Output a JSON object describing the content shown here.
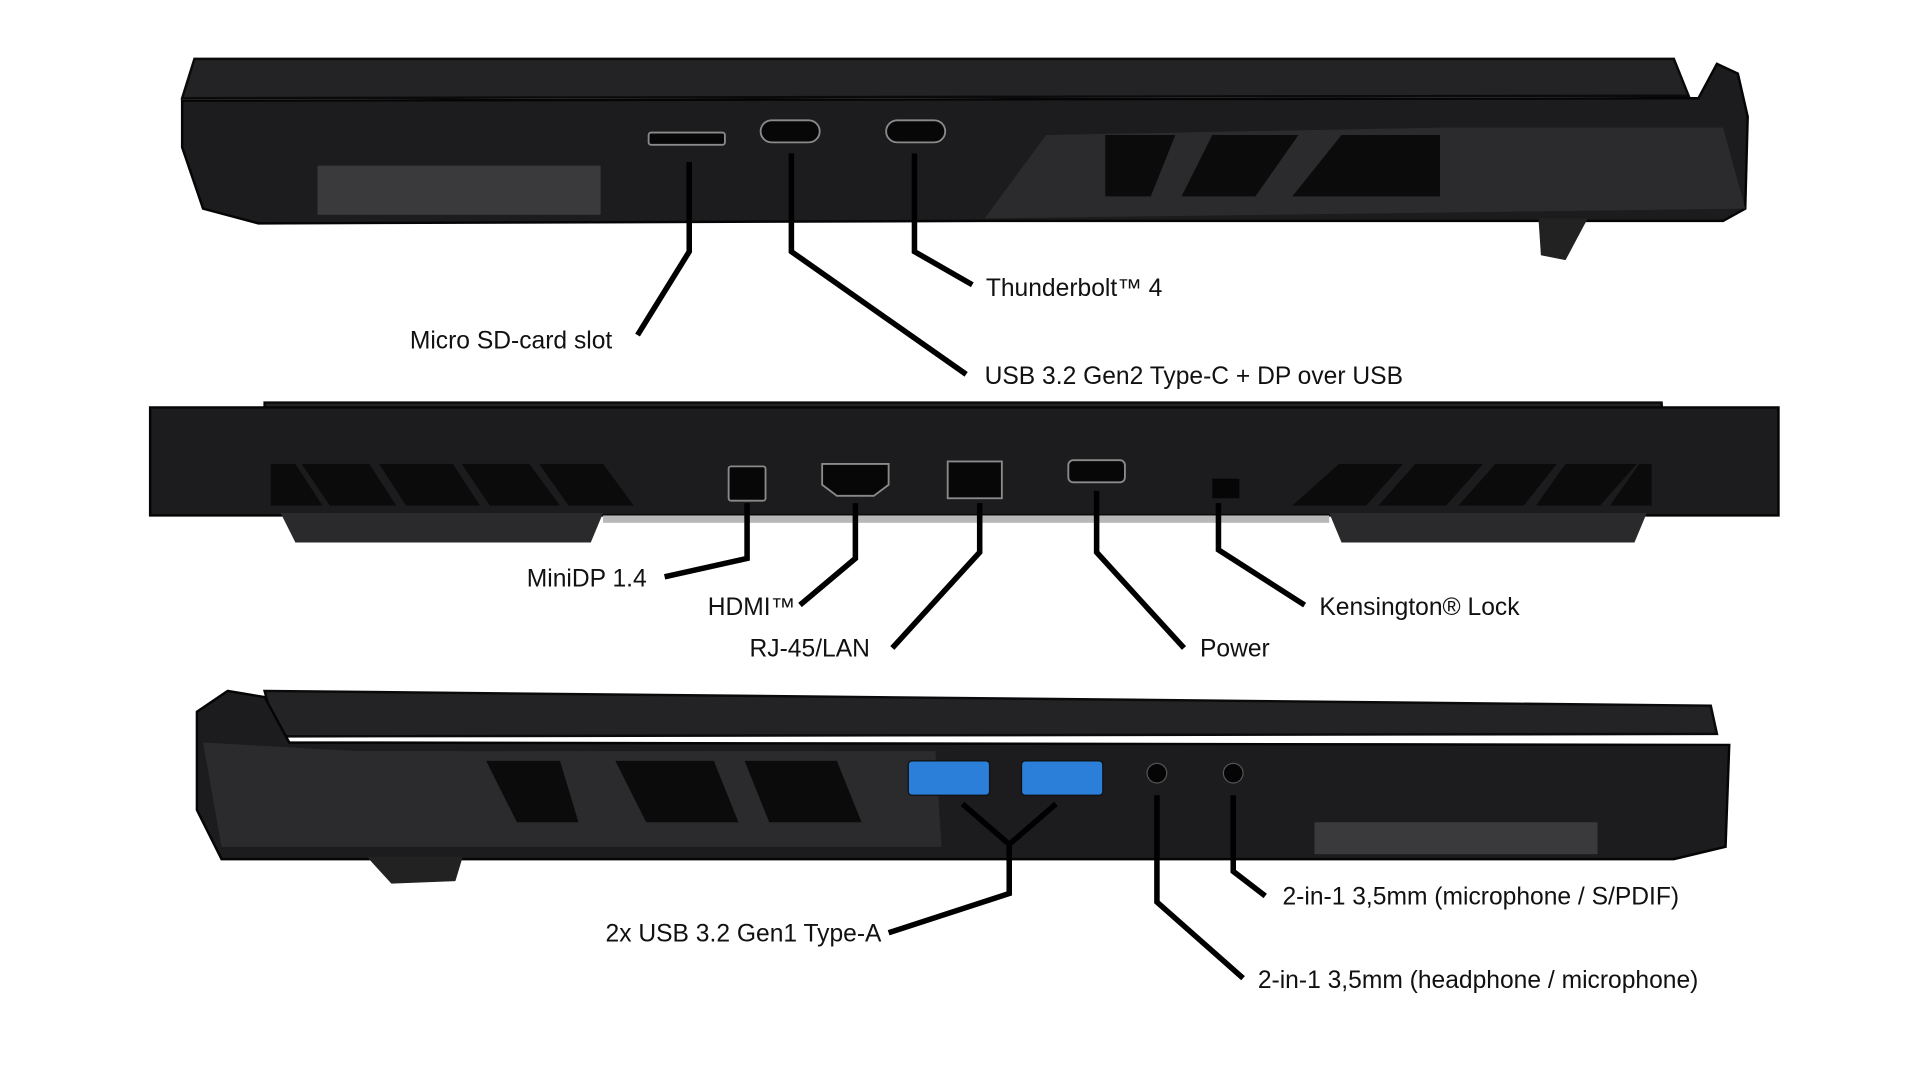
{
  "colors": {
    "background": "#ffffff",
    "chassis": "#1c1c1e",
    "usb_a_blue": "#2b7fd8",
    "leader": "#000000"
  },
  "views": {
    "left_side": {
      "labels": {
        "microsd": "Micro SD-card slot",
        "usbc": "USB 3.2 Gen2 Type-C + DP over USB",
        "thunderbolt": "Thunderbolt™ 4"
      }
    },
    "rear": {
      "labels": {
        "minidp": "MiniDP 1.4",
        "hdmi": "HDMI™",
        "rj45": "RJ-45/LAN",
        "power": "Power",
        "kensington": "Kensington® Lock"
      }
    },
    "right_side": {
      "labels": {
        "usba": "2x USB 3.2 Gen1 Type-A",
        "audio_mic": "2-in-1 3,5mm (microphone / S/PDIF)",
        "audio_hp": "2-in-1 3,5mm (headphone / microphone)"
      }
    }
  }
}
